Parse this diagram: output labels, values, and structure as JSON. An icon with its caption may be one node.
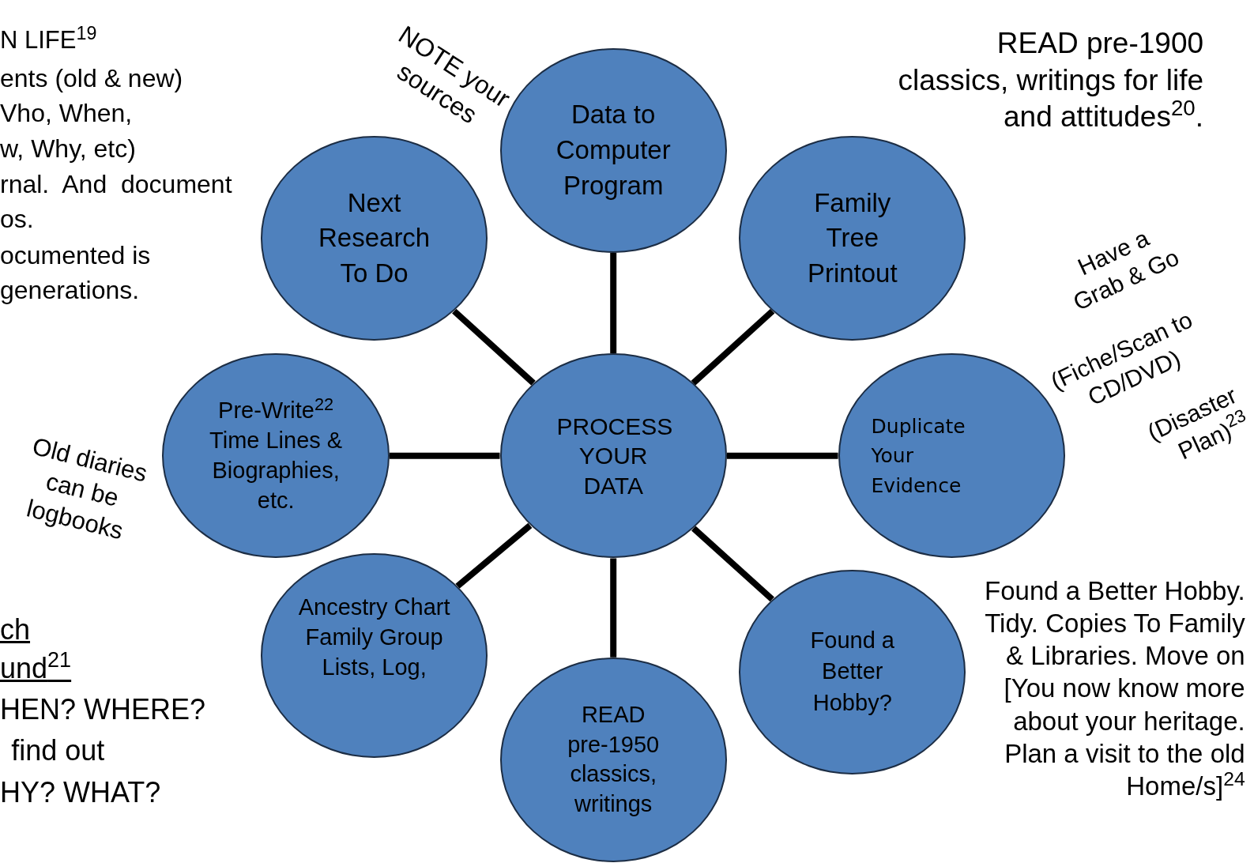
{
  "diagram": {
    "nodes": [
      {
        "text": [
          "PROCESS YOUR DATA"
        ]
      },
      {
        "text": [
          "Data to Computer Program"
        ]
      },
      {
        "text": [
          "Family Tree Printout"
        ]
      },
      {
        "text": [
          "Duplicate Your Evidence"
        ]
      },
      {
        "text": [
          "Found a Better Hobby?"
        ]
      },
      {
        "text": [
          "READ pre-1950 classics, writings"
        ]
      },
      {
        "text": [
          "Ancestry Chart Family Group Lists, Log,"
        ]
      },
      {
        "text": [
          "Pre-Write$^{22}$ Time Lines & Biographies, etc."
        ]
      },
      {
        "text": [
          "Next Research To Do"
        ]
      }
    ],
    "edges": [
      {
        "from": 0,
        "to": 1,
        "arrow": "none"
      },
      {
        "from": 0,
        "to": 2,
        "arrow": "none"
      },
      {
        "from": 0,
        "to": 3,
        "arrow": "none"
      },
      {
        "from": 0,
        "to": 4,
        "arrow": "none"
      },
      {
        "from": 0,
        "to": 5,
        "arrow": "none"
      },
      {
        "from": 0,
        "to": 6,
        "arrow": "none"
      },
      {
        "from": 0,
        "to": 7,
        "arrow": "none"
      },
      {
        "from": 0,
        "to": 8,
        "arrow": "none"
      }
    ],
    "labels": [
      "N LIFE$^{19}$",
      "ents (old & new)",
      "Vho, When,",
      "w, Why, etc)",
      "rnal.  And  document",
      "os.",
      "ocumented is",
      "generations.",
      "NOTE your sources",
      "READ pre-1900 classics, writings for life and attitudes$^{20}$.",
      "Have a Grab & Go",
      "(Fiche/Scan to CD/DVD)",
      "(Disaster Plan)$^{23}$",
      "Old diaries can be logbooks",
      "ch",
      "und$^{21}$",
      "HEN? WHERE?",
      "find out",
      "HY? WHAT?",
      "Found a Better Hobby.  Tidy.  Copies To Family & Libraries.  Move on [You now know more about your heritage. Plan a visit to the old Home/s]$^{24}$"
    ]
  }
}
